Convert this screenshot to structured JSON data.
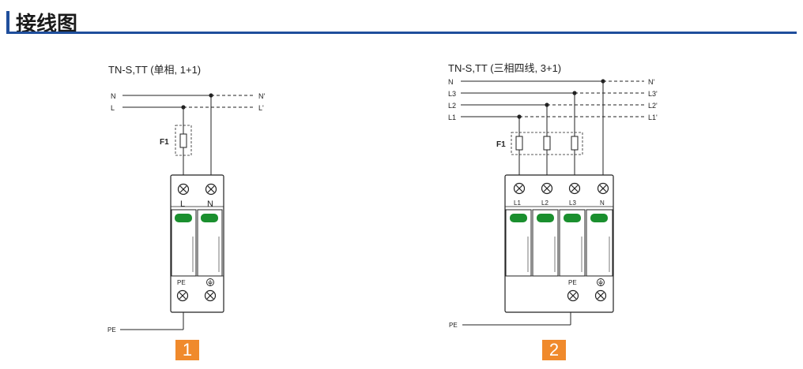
{
  "header": {
    "title": "接线图"
  },
  "diagram1": {
    "caption": "TN-S,TT (单相, 1+1)",
    "lines": {
      "n": "N",
      "n_prime": "N'",
      "l": "L",
      "l_prime": "L'"
    },
    "fuse": "F1",
    "terminals": {
      "l": "L",
      "n": "N",
      "pe": "PE"
    },
    "pe_wire": "PE",
    "badge": "1"
  },
  "diagram2": {
    "caption": "TN-S,TT (三相四线, 3+1)",
    "lines": {
      "n": "N",
      "n_prime": "N'",
      "l3": "L3",
      "l3_prime": "L3'",
      "l2": "L2",
      "l2_prime": "L2'",
      "l1": "L1",
      "l1_prime": "L1'"
    },
    "fuse": "F1",
    "terminals": {
      "l1": "L1",
      "l2": "L2",
      "l3": "L3",
      "n": "N",
      "pe": "PE"
    },
    "pe_wire": "PE",
    "badge": "2"
  },
  "colors": {
    "accent": "#1f4e9c",
    "indicator": "#1a8f2e",
    "badge": "#f08a2c"
  }
}
